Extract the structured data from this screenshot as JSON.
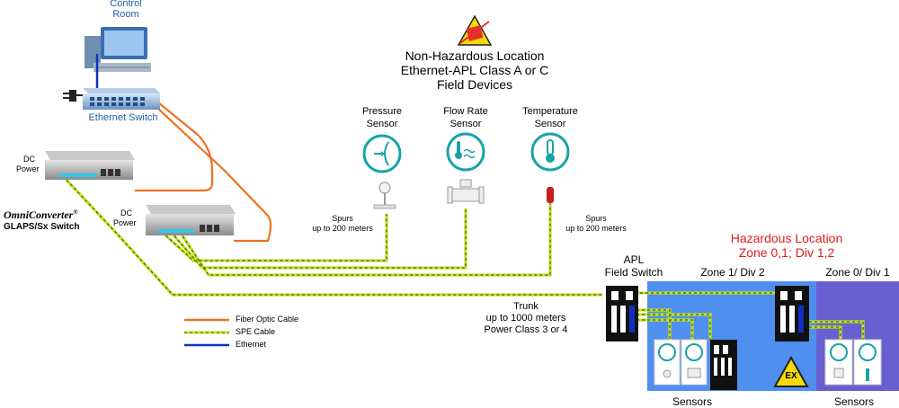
{
  "control_room": {
    "label_line1": "Control",
    "label_line2": "Room"
  },
  "ethernet_switch": {
    "label": "Ethernet Switch"
  },
  "nonhaz": {
    "line1": "Non-Hazardous Location",
    "line2": "Ethernet-APL Class A or C",
    "line3": "Field Devices"
  },
  "sensors_top": [
    {
      "line1": "Pressure",
      "line2": "Sensor"
    },
    {
      "line1": "Flow Rate",
      "line2": "Sensor"
    },
    {
      "line1": "Temperature",
      "line2": "Sensor"
    }
  ],
  "dc_power_1": {
    "line1": "DC",
    "line2": "Power"
  },
  "dc_power_2": {
    "line1": "DC",
    "line2": "Power"
  },
  "omniconverter": {
    "brand": "OmniConverter",
    "reg": "®",
    "model": "GLAPS/Sx Switch"
  },
  "spurs_left": {
    "line1": "Spurs",
    "line2": "up to 200 meters"
  },
  "spurs_right": {
    "line1": "Spurs",
    "line2": "up to 200 meters"
  },
  "hazardous": {
    "line1": "Hazardous Location",
    "line2": "Zone 0,1; Div 1,2"
  },
  "apl_switch": {
    "line1": "APL",
    "line2": "Field Switch"
  },
  "zone1": {
    "label": "Zone 1/ Div 2"
  },
  "zone0": {
    "label": "Zone 0/ Div 1"
  },
  "trunk": {
    "line1": "Trunk",
    "line2": "up to 1000 meters",
    "line3": "Power Class 3 or 4"
  },
  "legend": [
    {
      "label": "Fiber Optic Cable",
      "color": "#f07020"
    },
    {
      "label": "SPE Cable",
      "color": "#c8e020"
    },
    {
      "label": "Ethernet",
      "color": "#1030c0"
    }
  ],
  "sensors_zone1": {
    "label": "Sensors"
  },
  "sensors_zone0": {
    "label": "Sensors"
  },
  "ex_text": "EX",
  "colors": {
    "zone1_bg": "#4f8ff0",
    "zone0_bg": "#6a5fd0",
    "sensor_teal": "#17a3a8",
    "fiber": "#f07020",
    "spe_green": "#c8e020",
    "spe_dark": "#2a6a2a",
    "ethernet": "#1030c0",
    "warning_yellow": "#f5d90a"
  }
}
